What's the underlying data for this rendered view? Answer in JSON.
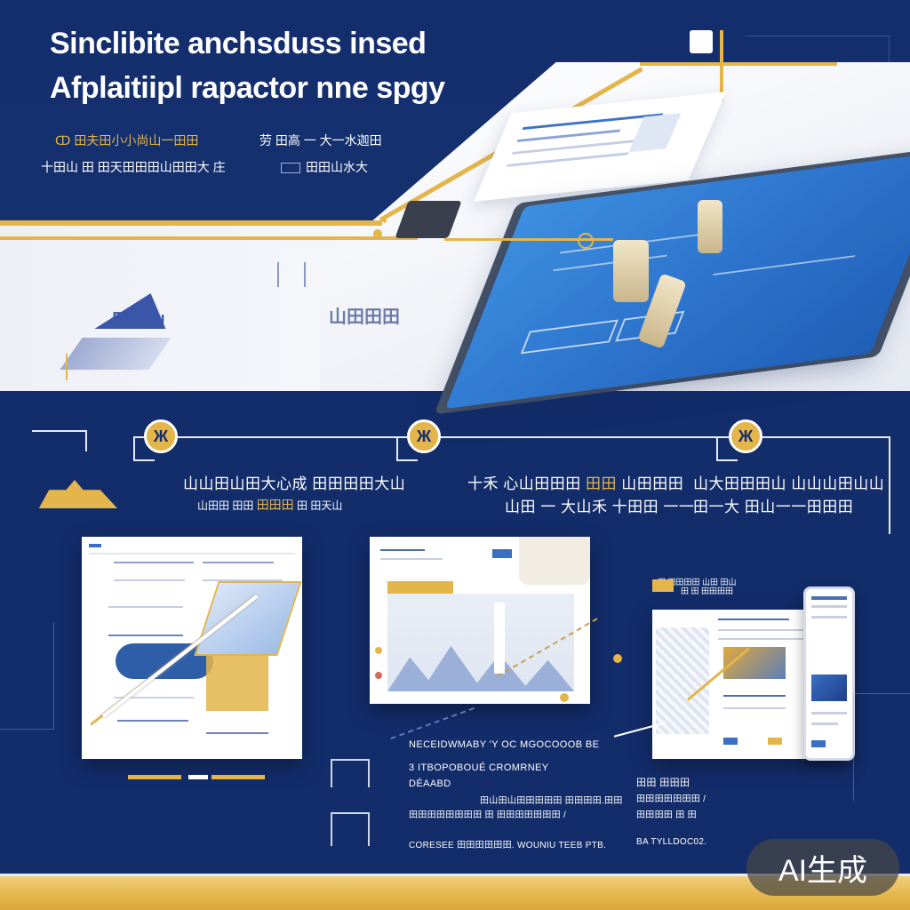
{
  "hero": {
    "title_line1": "Sinclibite anchsduss insed",
    "title_line2": "Afplaitiipl rapactor nne spgy",
    "sub_line1_gold": "ↀ 田夫田小小尚山一田田",
    "sub_line1_right": "劳 田高 一 大一水迦田",
    "sub_line2_left": "十田山 田 田天田田田山田田大 庄",
    "sub_line2_right": "田田山水大",
    "mark_left": "田田山",
    "mark_mid": "山田田田"
  },
  "steps": [
    {
      "icon": "Ж",
      "line1": "山山田山田大心成 田田田田大山",
      "line2_left": "山田田 田田",
      "line2_gold": "田田田",
      "line2_right": "田 田天山"
    },
    {
      "icon": "Ж",
      "line1_left": "十禾 心山田田田",
      "line1_gold": "田田",
      "line1_right": "山田田田",
      "line2": "山田 一 大山禾 十田田 一一"
    },
    {
      "icon": "Ж",
      "line1": "山大田田田山 山山山田山山",
      "line2": "田一大 田山一一田田田"
    }
  ],
  "card3_label_1": "田 田田田田 山田 田山",
  "card3_label_2": "田 田 田田田田",
  "captions_mid": {
    "line1": "NECEIDWMABY 'Y OC MGOCOOOB BE",
    "line2": "3 ITBOPOBOUÉ CROMRNEY",
    "line3": "DÉAABD",
    "line4": "田山田山田田田田田 田田田田.田田",
    "line5": "田田田田田田田田 田 田田田田田田田 /",
    "line6": "CORESEE 田田田田田田. WOUNIU TEEB PTB."
  },
  "captions_right": {
    "line1": "田田 田田田",
    "line2": "田田田田田田田 /",
    "line3": "田田田田 田 田",
    "line4": "BA TYLLDOC02."
  },
  "badge": "AI生成",
  "colors": {
    "navy": "#132d6b",
    "gold": "#e3b54b",
    "blue": "#3a6fc3"
  }
}
